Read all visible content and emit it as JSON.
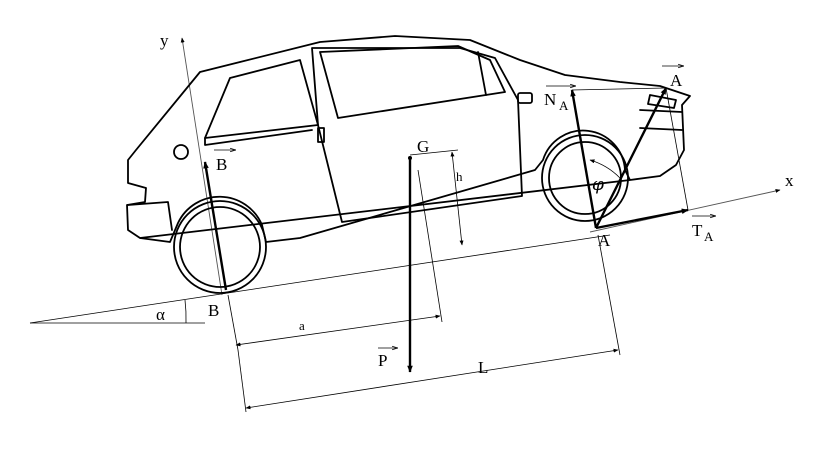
{
  "labels": {
    "y_axis": "y",
    "x_axis": "x",
    "point_b_ground": "B",
    "point_a_ground": "A",
    "force_b": "B",
    "force_a": "A",
    "normal_force_n": "N",
    "normal_force_sub": "A",
    "tangent_force_t": "T",
    "tangent_force_sub": "A",
    "center_g": "G",
    "height_h": "h",
    "dist_a": "a",
    "dist_l": "L",
    "weight_p": "P",
    "angle_alpha": "α",
    "angle_phi": "φ"
  }
}
